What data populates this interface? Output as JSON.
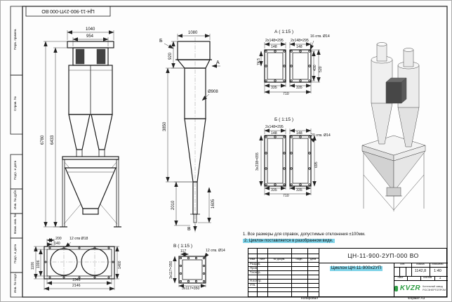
{
  "sheet": {
    "top_designation": "ЦН-11-900-2УП-000 ВО",
    "kopiroval": "Копировал",
    "format": "Формат А3"
  },
  "margin": {
    "perv_primen": "Перв. примен.",
    "sprav_no": "Справ. №",
    "podp_data_1": "Подп. и дата",
    "inv_dubl": "Инв. № дубл.",
    "vzam_inv": "Взам. инв. №",
    "podp_data_2": "Подп. и дата",
    "inv_podl": "Инв. № подл."
  },
  "front": {
    "w_top": "1040",
    "w_inner": "954",
    "h_inner": "6433",
    "h_total": "6780"
  },
  "side": {
    "w_top": "1080",
    "h_top": "920",
    "h_cone": "3850",
    "dia": "Ø908",
    "h_bottom": "2010",
    "h_outlet": "1605",
    "arr_a": "А",
    "arr_b": "Б",
    "arr_v": "В"
  },
  "detail_a": {
    "title": "А ( 1:15 )",
    "pitch_l": "2х148=295",
    "pitch_r": "2х148=295",
    "d148_l": "148",
    "d148_r": "148",
    "holes": "16 отв. Ø14",
    "d74": "74,5",
    "d430": "430",
    "d520": "520",
    "d335_l": "335",
    "d335_r": "335",
    "d710": "710"
  },
  "detail_b": {
    "title": "Б ( 1:15 )",
    "pitch": "2х148=295",
    "d148_l": "148",
    "d148_r": "148",
    "holes": "20 отв. Ø14",
    "pitch_v": "3х238=655",
    "d695": "695",
    "d335_l": "335",
    "d335_r": "335",
    "d710": "710"
  },
  "detail_v": {
    "title": "В ( 1:15 )",
    "holes": "12 отв. Ø14",
    "d117": "117",
    "pitch_h": "3х117=350",
    "pitch_v": "3х117=350"
  },
  "plan": {
    "d200": "200",
    "d140": "140",
    "holes": "12 отв Ø18",
    "d1400": "1400",
    "d1006": "1006",
    "d1106": "1106",
    "d1946": "1946",
    "d2146": "2146"
  },
  "notes": {
    "n1": "1. Все размеры для справок, допустимые отклонения ±100мм.",
    "n2": "2. Циклон поставляется в разобранном виде."
  },
  "tb": {
    "designation": "ЦН-11-900-2УП-000 ВО",
    "name": "Циклон ЦН-11-900х2УП",
    "h_izm": "Изм.",
    "h_list": "Лист",
    "h_doc": "№ докум.",
    "h_podp": "Подп.",
    "h_data": "Дата",
    "r_razrab": "Разраб.",
    "r_prov": "Пров.",
    "r_tkontr": "Т.контр.",
    "r_nkontr": "Н.контр.",
    "r_utv": "Утв.",
    "lit": "Лит.",
    "massa": "Масса",
    "masshtab": "Масштаб",
    "massa_v": "1142,8",
    "masshtab_v": "1:40",
    "list": "Лист",
    "listov": "Листов",
    "listov_v": "1",
    "logo": "KVZR",
    "logo_s1": "Котельный завод",
    "logo_s2": "РОСЭНЕРГОПРОМ"
  },
  "colors": {
    "highlight": "#7fd3e8",
    "logo_green": "#2f9e44"
  }
}
